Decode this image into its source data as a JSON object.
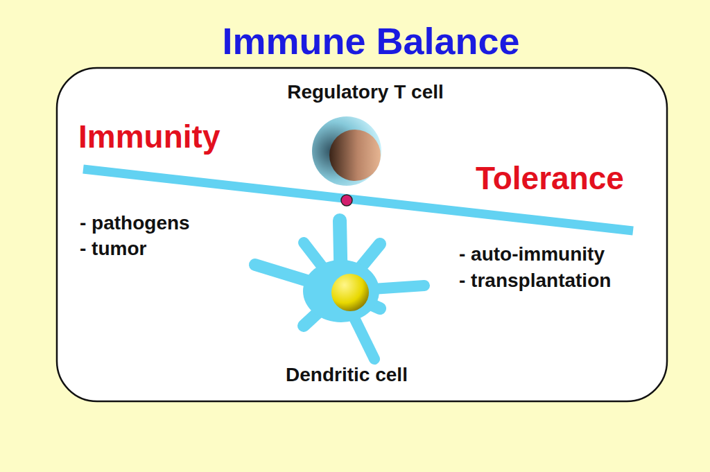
{
  "diagram": {
    "title": "Immune Balance",
    "nodes": [
      {
        "text": [
          "Regulatory T cell"
        ]
      },
      {
        "text": [
          "Dendritic cell"
        ]
      }
    ],
    "labels": [
      "Immunity",
      "Tolerance",
      "- pathogens",
      "- tumor",
      "- auto-immunity",
      "- transplantation"
    ]
  }
}
